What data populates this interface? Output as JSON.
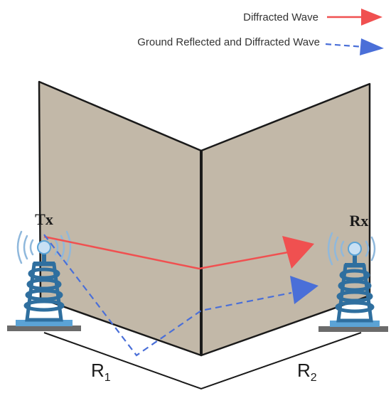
{
  "legend": {
    "diffracted": {
      "label": "Diffracted Wave",
      "color": "#f05050"
    },
    "ground_reflected": {
      "label": "Ground Reflected and Diffracted Wave",
      "color": "#4a6fd8"
    }
  },
  "stations": {
    "tx": {
      "label": "Tx"
    },
    "rx": {
      "label": "Rx"
    }
  },
  "distances": {
    "r1": {
      "base": "R",
      "sub": "1"
    },
    "r2": {
      "base": "R",
      "sub": "2"
    }
  },
  "colors": {
    "panel_fill": "#c2b8a8",
    "panel_stroke": "#1a1a1a",
    "tower": "#2f6f9f",
    "tower_light": "#5ba3d6",
    "tower_base": "#6b6b6b",
    "signal_arc": "#8fb8dc"
  }
}
